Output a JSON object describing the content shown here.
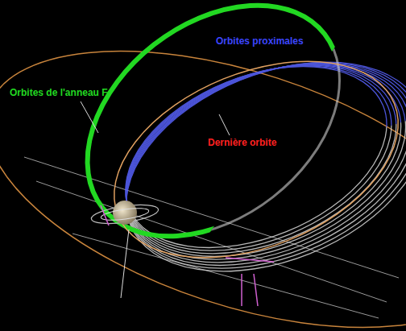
{
  "diagram": {
    "labels": [
      "Orbites proximales",
      "Orbites de l'anneau F",
      "Dernière orbite"
    ]
  }
}
